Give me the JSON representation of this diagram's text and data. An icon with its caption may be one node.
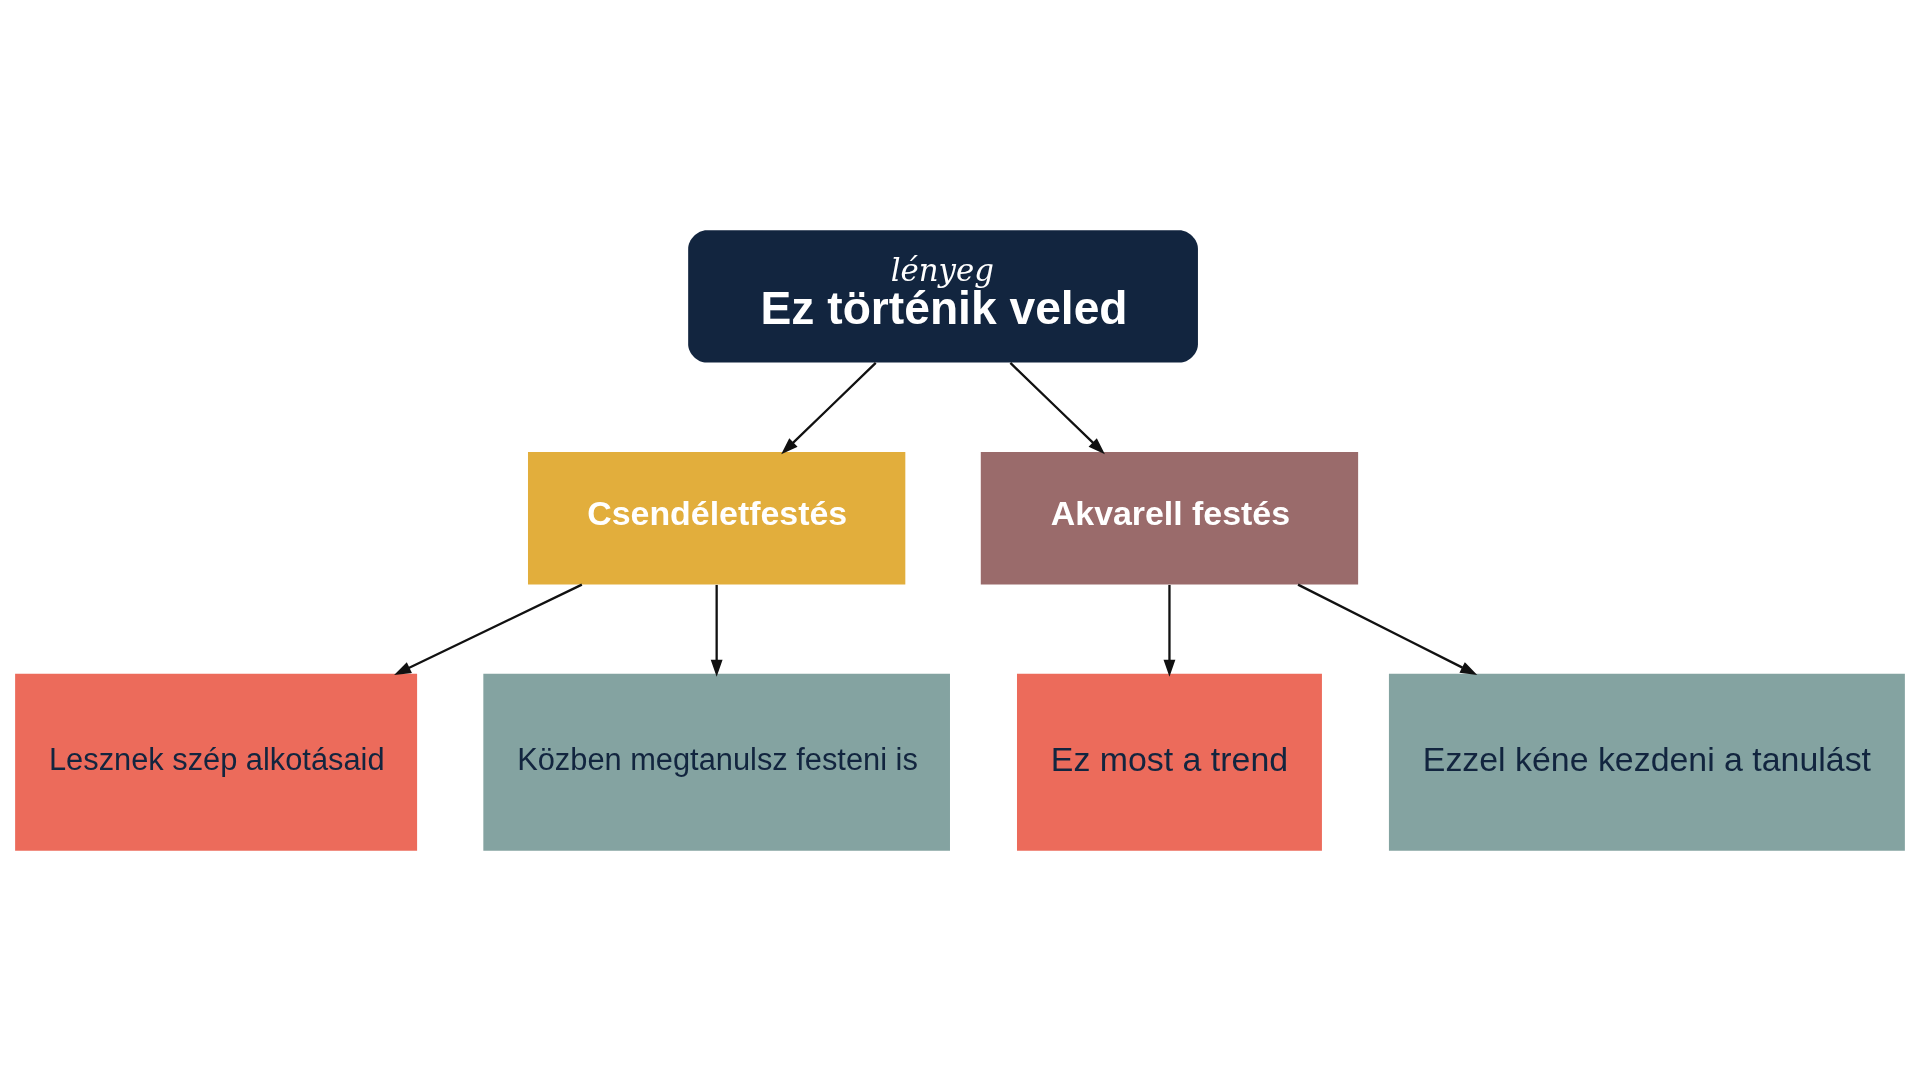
{
  "diagram": {
    "nodes": [
      {
        "text": [
          "lényeg",
          "Ez történik veled"
        ]
      },
      {
        "text": [
          "Csendéletfestés"
        ]
      },
      {
        "text": [
          "Akvarell festés"
        ]
      },
      {
        "text": [
          "Lesznek szép alkotásaid"
        ]
      },
      {
        "text": [
          "Közben megtanulsz festeni is"
        ]
      },
      {
        "text": [
          "Ez most a trend"
        ]
      },
      {
        "text": [
          "Ezzel kéne kezdeni a tanulást"
        ]
      }
    ],
    "edges": [
      {
        "from": 0,
        "to": 1,
        "arrow": "to"
      },
      {
        "from": 0,
        "to": 2,
        "arrow": "to"
      },
      {
        "from": 1,
        "to": 3,
        "arrow": "to"
      },
      {
        "from": 1,
        "to": 4,
        "arrow": "to"
      },
      {
        "from": 2,
        "to": 5,
        "arrow": "to"
      },
      {
        "from": 2,
        "to": 6,
        "arrow": "to"
      }
    ]
  }
}
